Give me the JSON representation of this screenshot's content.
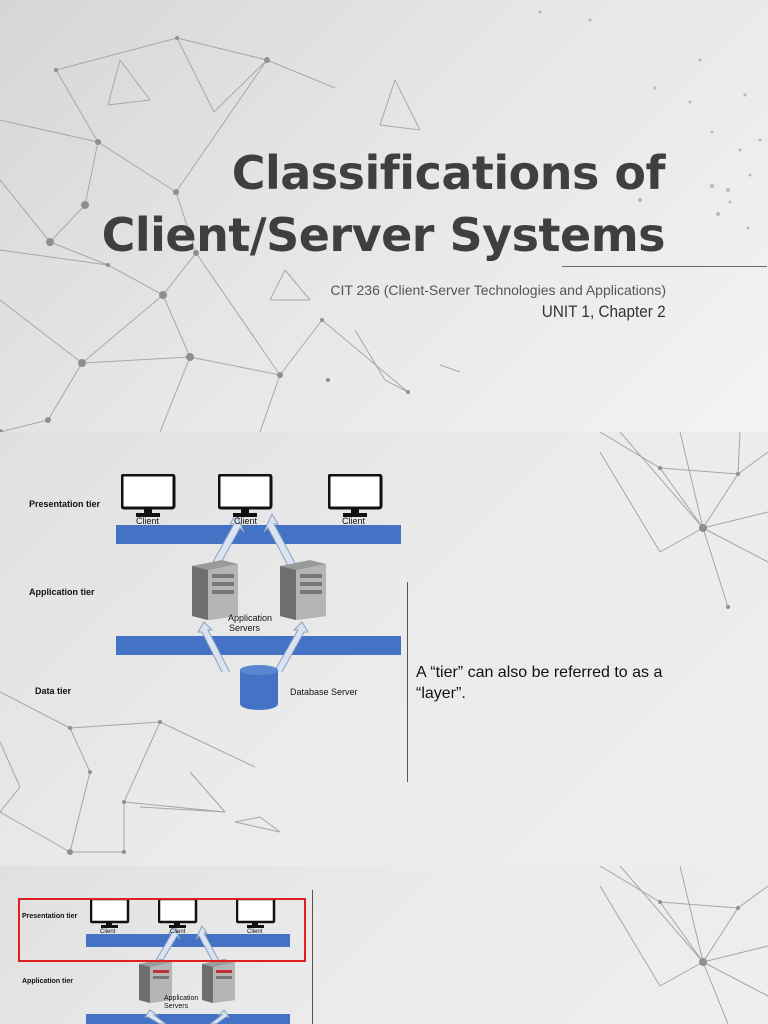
{
  "slide1": {
    "title_line1": "Classifications of",
    "title_line2": "Client/Server Systems",
    "subtitle": "CIT 236 (Client-Server Technologies and Applications)",
    "unit": "UNIT 1, Chapter 2"
  },
  "diagram": {
    "presentation_tier": "Presentation tier",
    "application_tier": "Application tier",
    "data_tier": "Data tier",
    "client_label": "Client",
    "app_servers_label_line1": "Application",
    "app_servers_label_line2": "Servers",
    "db_server_label": "Database Server",
    "bar_color": "#4472c4",
    "db_color": "#4472c4"
  },
  "slide2": {
    "caption": "A “tier” can also be referred to as a “layer”."
  },
  "slide3": {
    "highlight_color": "#e02020"
  }
}
